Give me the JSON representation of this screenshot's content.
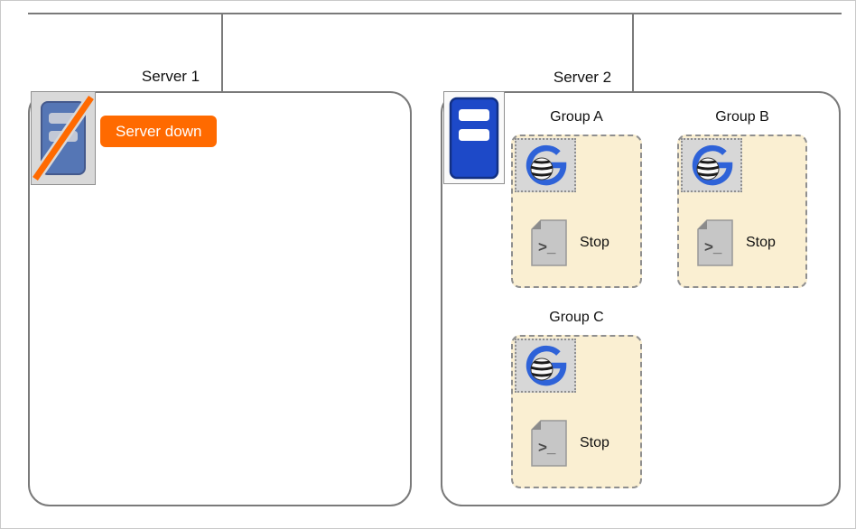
{
  "diagram": {
    "server1": {
      "label": "Server 1",
      "badge": "Server down"
    },
    "server2": {
      "label": "Server 2",
      "groups": [
        {
          "label": "Group A",
          "action": "Stop"
        },
        {
          "label": "Group B",
          "action": "Stop"
        },
        {
          "label": "Group C",
          "action": "Stop"
        }
      ]
    },
    "icons": {
      "server_up": "server-icon",
      "server_down": "server-slash-icon",
      "app_logo": "gateway-logo-icon",
      "script": "script-file-icon",
      "prompt_glyph": ">_"
    },
    "colors": {
      "badge_bg": "#FF6A00",
      "group_bg": "#FAEFD2",
      "server_blue": "#1D49C8",
      "line_gray": "#7A7A7A"
    }
  }
}
